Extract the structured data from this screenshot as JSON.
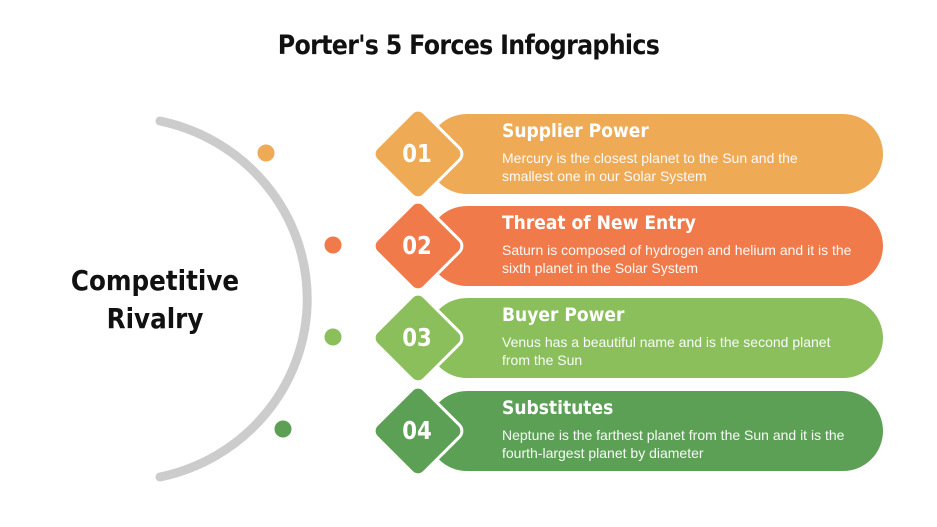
{
  "title": "Porter's 5 Forces Infographics",
  "center": {
    "line1": "Competitive",
    "line2": "Rivalry"
  },
  "colors": {
    "arc": "#cccccc",
    "c1": "#eeaa55",
    "c2": "#f07a4a",
    "c3": "#8abf5c",
    "c4": "#5ca055"
  },
  "items": [
    {
      "num": "01",
      "heading": "Supplier Power",
      "desc": "Mercury is the closest planet to the Sun and the smallest one in our Solar System"
    },
    {
      "num": "02",
      "heading": "Threat of New Entry",
      "desc": "Saturn is composed of hydrogen and helium and it is the sixth planet in the Solar System"
    },
    {
      "num": "03",
      "heading": "Buyer Power",
      "desc": "Venus has a beautiful name and is the second planet from the Sun"
    },
    {
      "num": "04",
      "heading": "Substitutes",
      "desc": "Neptune is the farthest planet from the Sun and it is the fourth-largest planet by diameter"
    }
  ]
}
